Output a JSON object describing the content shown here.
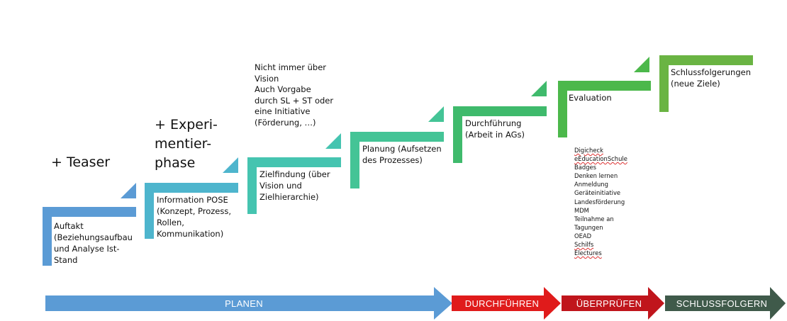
{
  "colors": {
    "step1": "#5b9bd5",
    "step2": "#4eb5cd",
    "step3": "#45c4b0",
    "step4": "#44c496",
    "step5": "#3fba6c",
    "step6": "#4cb84b",
    "step7": "#6ab443",
    "arrow_plan": "#5b9bd5",
    "arrow_do": "#e01b1b",
    "arrow_check": "#c0151c",
    "arrow_conclude": "#3f5a4a"
  },
  "steps": [
    {
      "label": "Auftakt\n(Beziehungsaufbau\nund Analyse Ist-\nStand"
    },
    {
      "label": "Information POSE\n(Konzept, Prozess,\nRollen,\nKommunikation)"
    },
    {
      "label": "Zielfindung (über\nVision und\nZielhierarchie)"
    },
    {
      "label": "Planung (Aufsetzen\ndes Prozesses)"
    },
    {
      "label": "Durchführung\n(Arbeit in AGs)"
    },
    {
      "label": "Evaluation"
    },
    {
      "label": "Schlussfolgerungen\n(neue Ziele)"
    }
  ],
  "notes": {
    "teaser": "+ Teaser",
    "experiment": "+ Experi-\nmentier-\nphase",
    "vision_note": "Nicht immer über\nVision\nAuch Vorgabe\ndurch SL + ST oder\neine Initiative\n(Förderung, …)"
  },
  "evaluation_items": [
    "Digicheck",
    "eEducationSchule",
    "Badges",
    "Denken lernen",
    "Anmeldung",
    "Geräteinitiative",
    "Landesförderung",
    "MDM",
    "Teilnahme an",
    "Tagungen",
    "OEAD",
    "Schilfs",
    "Electures"
  ],
  "phases": [
    {
      "label": "PLANEN"
    },
    {
      "label": "DURCHFÜHREN"
    },
    {
      "label": "ÜBERPRÜFEN"
    },
    {
      "label": "SCHLUSSFOLGERN"
    }
  ]
}
